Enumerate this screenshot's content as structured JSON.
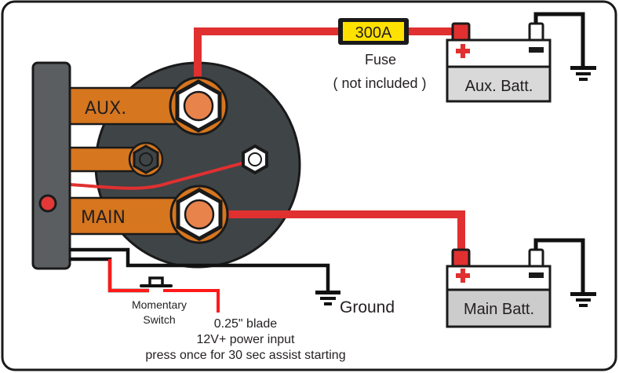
{
  "diagram": {
    "type": "wiring-diagram",
    "title": "Dual battery isolator wiring"
  },
  "colors": {
    "wire_positive": "#e03030",
    "wire_ground": "#111111",
    "copper": "#d6761f",
    "body_dark": "#3f4447",
    "bracket": "#5b5e61",
    "fuse_fill": "#ffe100",
    "battery_body": "#d9d9d9",
    "stud_copper": "#e9834c",
    "led": "#e23838"
  },
  "isolator": {
    "terminal_aux_label": "AUX.",
    "terminal_main_label": "MAIN"
  },
  "fuse": {
    "rating": "300A",
    "label": "Fuse",
    "note": "( not included )"
  },
  "batteries": {
    "aux": {
      "label": "Aux. Batt.",
      "positive_symbol": "plus-icon",
      "negative_symbol": "minus-icon"
    },
    "main": {
      "label": "Main Batt.",
      "positive_symbol": "plus-icon",
      "negative_symbol": "minus-icon"
    }
  },
  "ground": {
    "label": "Ground"
  },
  "switch": {
    "label_line1": "Momentary",
    "label_line2": "Switch"
  },
  "power_input": {
    "line1": "0.25\" blade",
    "line2": "12V+ power input",
    "line3": "press once for 30 sec assist starting"
  }
}
